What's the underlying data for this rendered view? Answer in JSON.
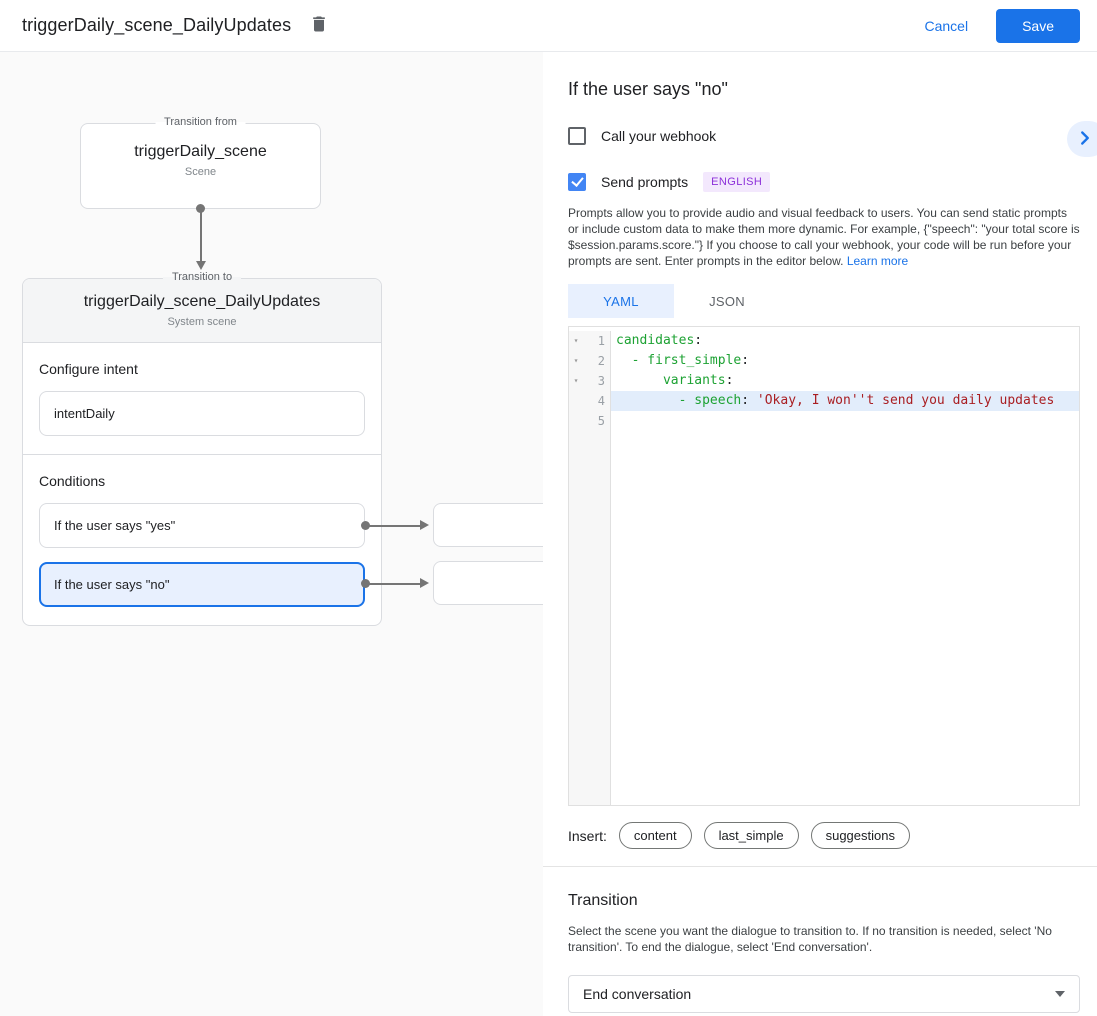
{
  "header": {
    "title": "triggerDaily_scene_DailyUpdates",
    "cancel_label": "Cancel",
    "save_label": "Save"
  },
  "canvas": {
    "from_box": {
      "legend": "Transition from",
      "title": "triggerDaily_scene",
      "subtitle": "Scene"
    },
    "to_box": {
      "legend": "Transition to",
      "title": "triggerDaily_scene_DailyUpdates",
      "subtitle": "System scene",
      "configure_intent_label": "Configure intent",
      "intent_value": "intentDaily",
      "conditions_label": "Conditions",
      "conditions": [
        {
          "label": "If the user says \"yes\"",
          "selected": false
        },
        {
          "label": "If the user says \"no\"",
          "selected": true
        }
      ]
    }
  },
  "panel": {
    "title": "If the user says \"no\"",
    "webhook_checkbox": {
      "label": "Call your webhook",
      "checked": false
    },
    "prompts_checkbox": {
      "label": "Send prompts",
      "checked": true,
      "badge": "ENGLISH"
    },
    "description": "Prompts allow you to provide audio and visual feedback to users. You can send static prompts or include custom data to make them more dynamic. For example, {\"speech\": \"your total score is $session.params.score.\"} If you choose to call your webhook, your code will be run before your prompts are sent. Enter prompts in the editor below. ",
    "learn_more_label": "Learn more",
    "tabs": [
      {
        "label": "YAML",
        "active": true
      },
      {
        "label": "JSON",
        "active": false
      }
    ],
    "editor": {
      "lines": [
        {
          "num": 1,
          "fold": true,
          "highlight": false,
          "tokens": [
            [
              "tok-key",
              "candidates"
            ],
            [
              "tok-plain",
              ":"
            ]
          ]
        },
        {
          "num": 2,
          "fold": true,
          "highlight": false,
          "tokens": [
            [
              "tok-plain",
              "  "
            ],
            [
              "tok-key",
              "- first_simple"
            ],
            [
              "tok-plain",
              ":"
            ]
          ]
        },
        {
          "num": 3,
          "fold": true,
          "highlight": false,
          "tokens": [
            [
              "tok-plain",
              "      "
            ],
            [
              "tok-key",
              "variants"
            ],
            [
              "tok-plain",
              ":"
            ]
          ]
        },
        {
          "num": 4,
          "fold": false,
          "highlight": true,
          "tokens": [
            [
              "tok-plain",
              "        "
            ],
            [
              "tok-key",
              "- speech"
            ],
            [
              "tok-plain",
              ": "
            ],
            [
              "tok-str",
              "'Okay, I won''t send you daily updates"
            ]
          ]
        },
        {
          "num": 5,
          "fold": false,
          "highlight": false,
          "tokens": []
        }
      ]
    },
    "insert": {
      "label": "Insert:",
      "chips": [
        "content",
        "last_simple",
        "suggestions"
      ]
    },
    "transition": {
      "title": "Transition",
      "description": "Select the scene you want the dialogue to transition to. If no transition is needed, select 'No transition'. To end the dialogue, select 'End conversation'.",
      "selected_value": "End conversation"
    }
  },
  "colors": {
    "accent": "#1a73e8",
    "checkbox_checked": "#4285f4",
    "selected_condition_bg": "#e8f0fe",
    "badge_bg": "#f3e8fd",
    "badge_text": "#8c30d9",
    "code_key": "#1da233",
    "code_string": "#a91e22",
    "active_line_bg": "#e2edfb"
  }
}
